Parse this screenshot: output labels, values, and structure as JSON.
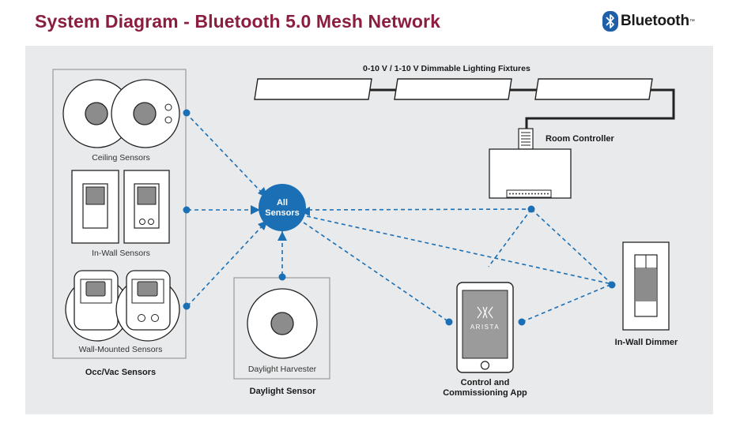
{
  "header": {
    "title": "System Diagram - Bluetooth 5.0 Mesh Network",
    "logo_text": "Bluetooth",
    "logo_tm": "™"
  },
  "labels": {
    "fixtures": "0-10 V / 1-10 V Dimmable Lighting Fixtures",
    "room_controller": "Room Controller",
    "ceiling_sensors": "Ceiling Sensors",
    "in_wall_sensors": "In-Wall Sensors",
    "wall_mounted_sensors": "Wall-Mounted Sensors",
    "occ_vac_sensors": "Occ/Vac Sensors",
    "hub_line1": "All",
    "hub_line2": "Sensors",
    "daylight_harvester": "Daylight Harvester",
    "daylight_sensor": "Daylight Sensor",
    "app_brand": "ARISTA",
    "app_line1": "Control and",
    "app_line2": "Commissioning App",
    "in_wall_dimmer": "In-Wall Dimmer"
  },
  "colors": {
    "title": "#8b1e3f",
    "link": "#1b6fb5",
    "panel": "#e9eaeb"
  }
}
